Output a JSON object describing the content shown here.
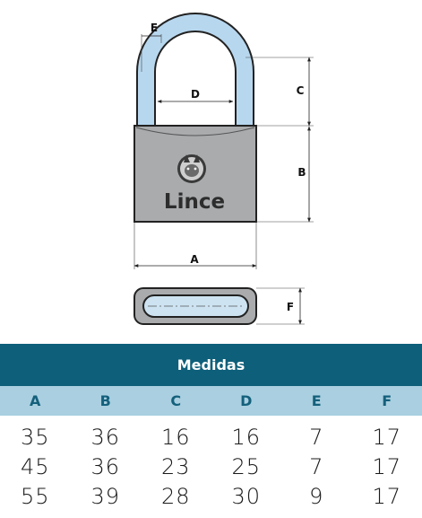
{
  "diagram": {
    "brand": "Lince",
    "dimension_labels": {
      "a": "A",
      "b": "B",
      "c": "C",
      "d": "D",
      "e": "E",
      "f": "F"
    },
    "colors": {
      "shackle": "#b7d7ee",
      "body": "#a9abad",
      "outline": "#222222"
    }
  },
  "table": {
    "title": "Medidas",
    "headers": [
      "A",
      "B",
      "C",
      "D",
      "E",
      "F"
    ],
    "rows": [
      [
        "35",
        "36",
        "16",
        "16",
        "7",
        "17"
      ],
      [
        "45",
        "36",
        "23",
        "25",
        "7",
        "17"
      ],
      [
        "55",
        "39",
        "28",
        "30",
        "9",
        "17"
      ]
    ],
    "colors": {
      "title_bg": "#0e5f7a",
      "header_bg": "#a9cfe0",
      "header_text": "#14607c"
    }
  }
}
